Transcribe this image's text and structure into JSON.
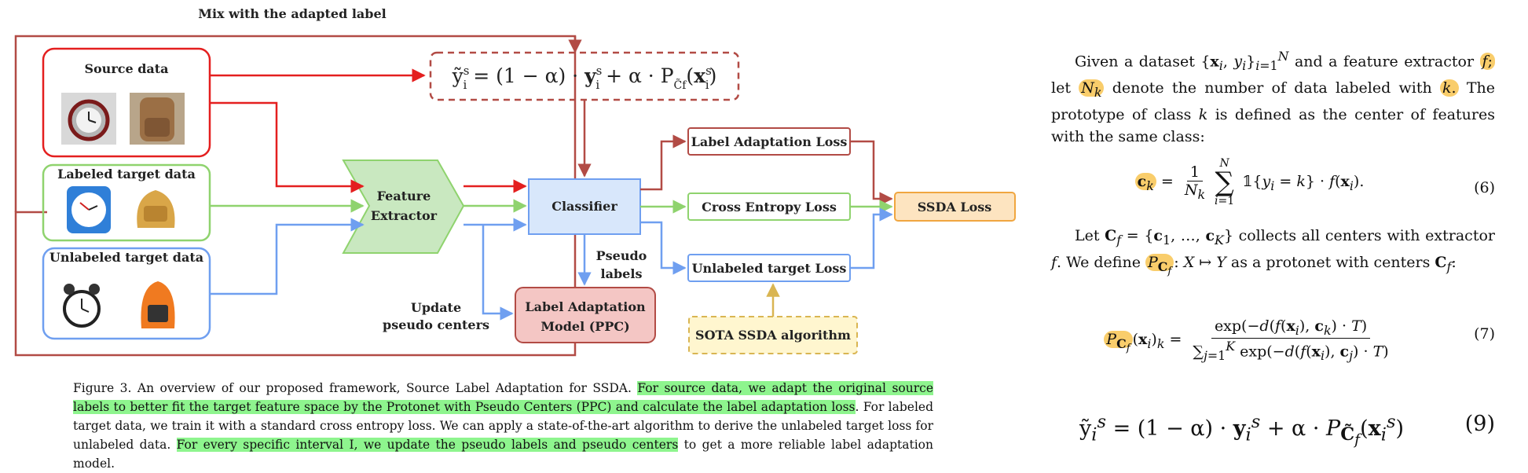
{
  "figure": {
    "title": "Mix with the adapted label",
    "boxes": {
      "source_data": "Source data",
      "labeled_target": "Labeled target data",
      "unlabeled_target": "Unlabeled target data",
      "feature_extractor_1": "Feature",
      "feature_extractor_2": "Extractor",
      "classifier": "Classifier",
      "label_adaptation_loss": "Label Adaptation Loss",
      "cross_entropy_loss": "Cross Entropy Loss",
      "unlabeled_target_loss": "Unlabeled target Loss",
      "ssda_loss": "SSDA Loss",
      "ppc_1": "Label Adaptation",
      "ppc_2": "Model (PPC)",
      "sota": "SOTA SSDA algorithm",
      "pseudo_labels_1": "Pseudo",
      "pseudo_labels_2": "labels",
      "update_1": "Update",
      "update_2": "pseudo centers"
    },
    "colors": {
      "red": "#e41f1f",
      "green": "#8fd36e",
      "blue": "#6f9ff0",
      "brown": "#b24b45",
      "gold": "#d9b552"
    }
  },
  "caption": {
    "label": "Figure 3.",
    "s1": " An overview of our proposed framework, Source Label Adaptation for SSDA. ",
    "s2_hl": "For source data, we adapt the original source labels to better fit the target feature space by the Protonet with Pseudo Centers (PPC) and calculate the label adaptation loss",
    "s3": ". For labeled target data, we train it with a standard cross entropy loss. We can apply a state-of-the-art algorithm to derive the unlabeled target loss for unlabeled data. ",
    "s4_hl": "For every specific interval I, we update the pseudo labels and pseudo centers",
    "s5": " to get a more reliable label adaptation model."
  },
  "right": {
    "p1_a": "Given a dataset",
    "p1_b": "and a feature extractor",
    "p1_c": "let",
    "p1_d": "denote the number of data labeled with",
    "p1_e": "The prototype of class",
    "p1_f": "is defined as the center of features with the same class:",
    "p2_a": "Let",
    "p2_b": "collects all centers with extractor",
    "p2_c": ". We define",
    "p2_d": "as a protonet with centers",
    "eq6": "(6)",
    "eq7": "(7)",
    "eq9": "(9)"
  }
}
